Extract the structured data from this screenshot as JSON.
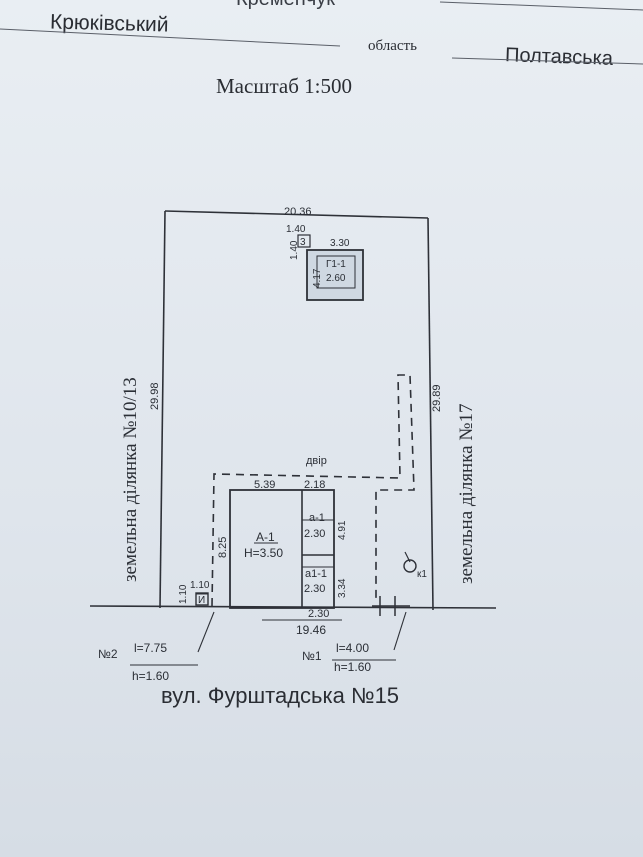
{
  "header": {
    "city_partial": "Кременчук",
    "district": "Крюківський",
    "region_label": "область",
    "region": "Полтавська",
    "scale": "Масштаб  1:500"
  },
  "plan": {
    "top_width": "20.36",
    "left_height": "29.98",
    "right_height": "29.89",
    "bottom_width": "19.46",
    "left_neighbor": "земельна ділянка №10/13",
    "right_neighbor": "земельна ділянка №17",
    "yard_label": "двір",
    "garage": {
      "id_label": "Г1-1",
      "value": "2.60",
      "width_dim": "3.30",
      "height_dim": "4.17",
      "small_box": "3",
      "small_w": "1.40",
      "small_h": "1.40"
    },
    "house": {
      "label": "А-1",
      "height": "Н=3.50",
      "width_a": "5.39",
      "width_b": "2.18",
      "side_dim": "8.25",
      "a1_label": "а-1",
      "a1_value": "2.30",
      "a1_dim": "4.91",
      "a11_label": "а1-1",
      "a11_value": "2.30",
      "a11_dim": "3.34",
      "bottom_dim": "2.30"
    },
    "small_structure": {
      "label": "И",
      "dim_a": "1.10",
      "dim_b": "1.10"
    },
    "well_label": "к1",
    "gate2": {
      "num": "№2",
      "l": "l=7.75",
      "h": "h=1.60"
    },
    "gate1": {
      "num": "№1",
      "l": "l=4.00",
      "h": "h=1.60"
    }
  },
  "street": "вул. Фурштадська №15"
}
